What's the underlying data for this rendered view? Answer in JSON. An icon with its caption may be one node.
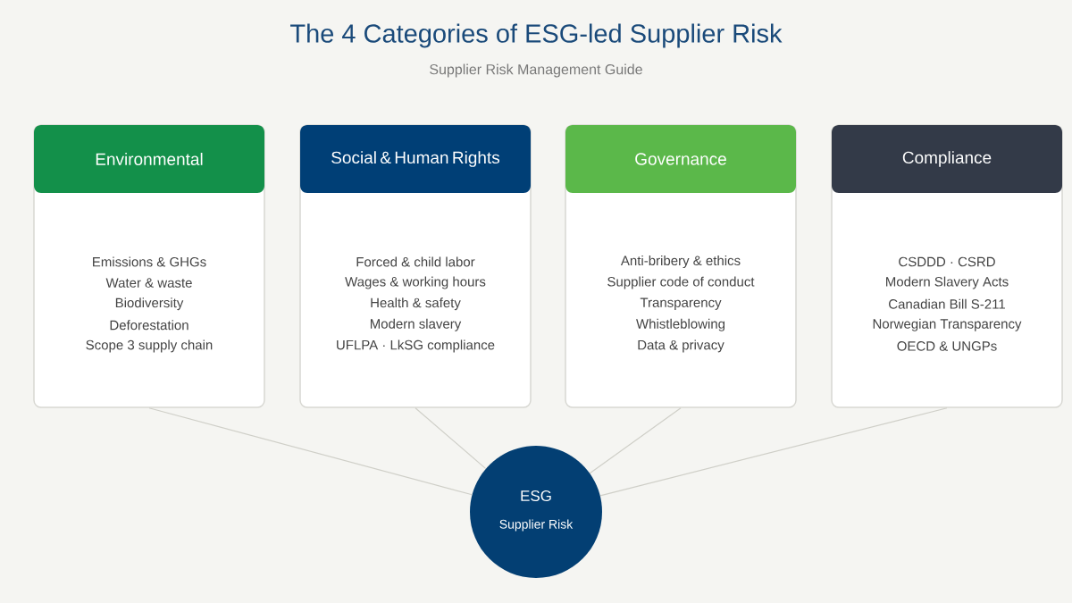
{
  "diagram": {
    "title": "The 4 Categories of ESG-led Supplier Risk",
    "caption": "Supplier Risk Management Guide",
    "nodes": [
      {
        "text": [
          "Environmental",
          "Emissions & GHGs",
          "Water & waste",
          "Biodiversity",
          "Deforestation",
          "Scope 3 supply chain"
        ]
      },
      {
        "text": [
          "Social & Human Rights",
          "Forced & child labor",
          "Wages & working hours",
          "Health & safety",
          "Modern slavery",
          "UFLPA · LkSG compliance"
        ]
      },
      {
        "text": [
          "Governance",
          "Anti-bribery & ethics",
          "Supplier code of conduct",
          "Transparency",
          "Whistleblowing",
          "Data & privacy"
        ]
      },
      {
        "text": [
          "Compliance",
          "CSDDD · CSRD",
          "Modern Slavery Acts",
          "Canadian Bill S-211",
          "Norwegian Transparency",
          "OECD & UNGPs"
        ]
      },
      {
        "text": [
          "ESG",
          "Supplier Risk"
        ]
      }
    ],
    "edges": [
      {
        "from": 0,
        "to": 4,
        "arrow": "none"
      },
      {
        "from": 1,
        "to": 4,
        "arrow": "none"
      },
      {
        "from": 2,
        "to": 4,
        "arrow": "none"
      },
      {
        "from": 3,
        "to": 4,
        "arrow": "none"
      }
    ]
  }
}
